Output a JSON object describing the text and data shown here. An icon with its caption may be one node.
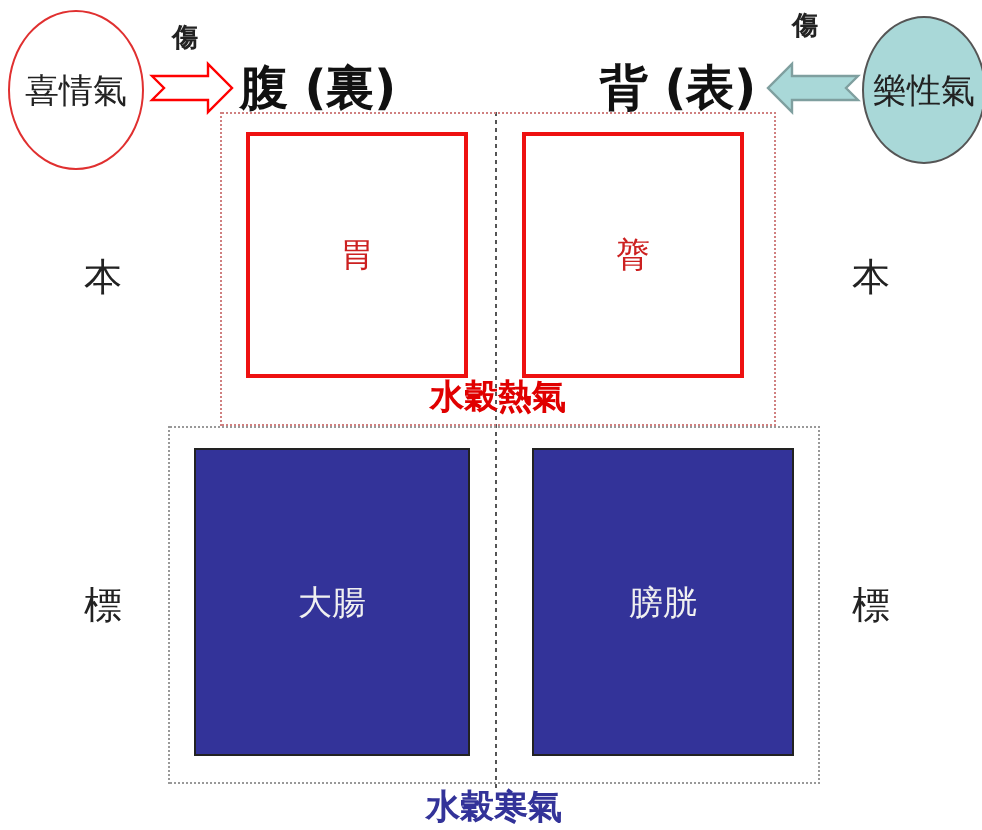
{
  "diagram": {
    "nodes": [
      {
        "text": [
          "喜情氣"
        ]
      },
      {
        "text": [
          "腹 (裏)"
        ]
      },
      {
        "text": [
          "背 (表)"
        ]
      },
      {
        "text": [
          "樂性氣"
        ]
      },
      {
        "text": [
          "水穀熱氣"
        ]
      },
      {
        "text": [
          "胃"
        ],
        "in": 4
      },
      {
        "text": [
          "膂"
        ],
        "in": 4
      },
      {
        "text": [
          "水穀寒氣"
        ]
      },
      {
        "text": [
          "大腸"
        ],
        "in": 7
      },
      {
        "text": [
          "膀胱"
        ],
        "in": 7
      }
    ],
    "edges": [
      {
        "from": 0,
        "to": 1,
        "arrow": "to",
        "label": "傷",
        "color": "#ff0000"
      },
      {
        "from": 3,
        "to": 2,
        "arrow": "to",
        "label": "傷",
        "color": "#7f9f9f"
      }
    ],
    "labels": [
      "本",
      "本",
      "標",
      "標"
    ]
  }
}
